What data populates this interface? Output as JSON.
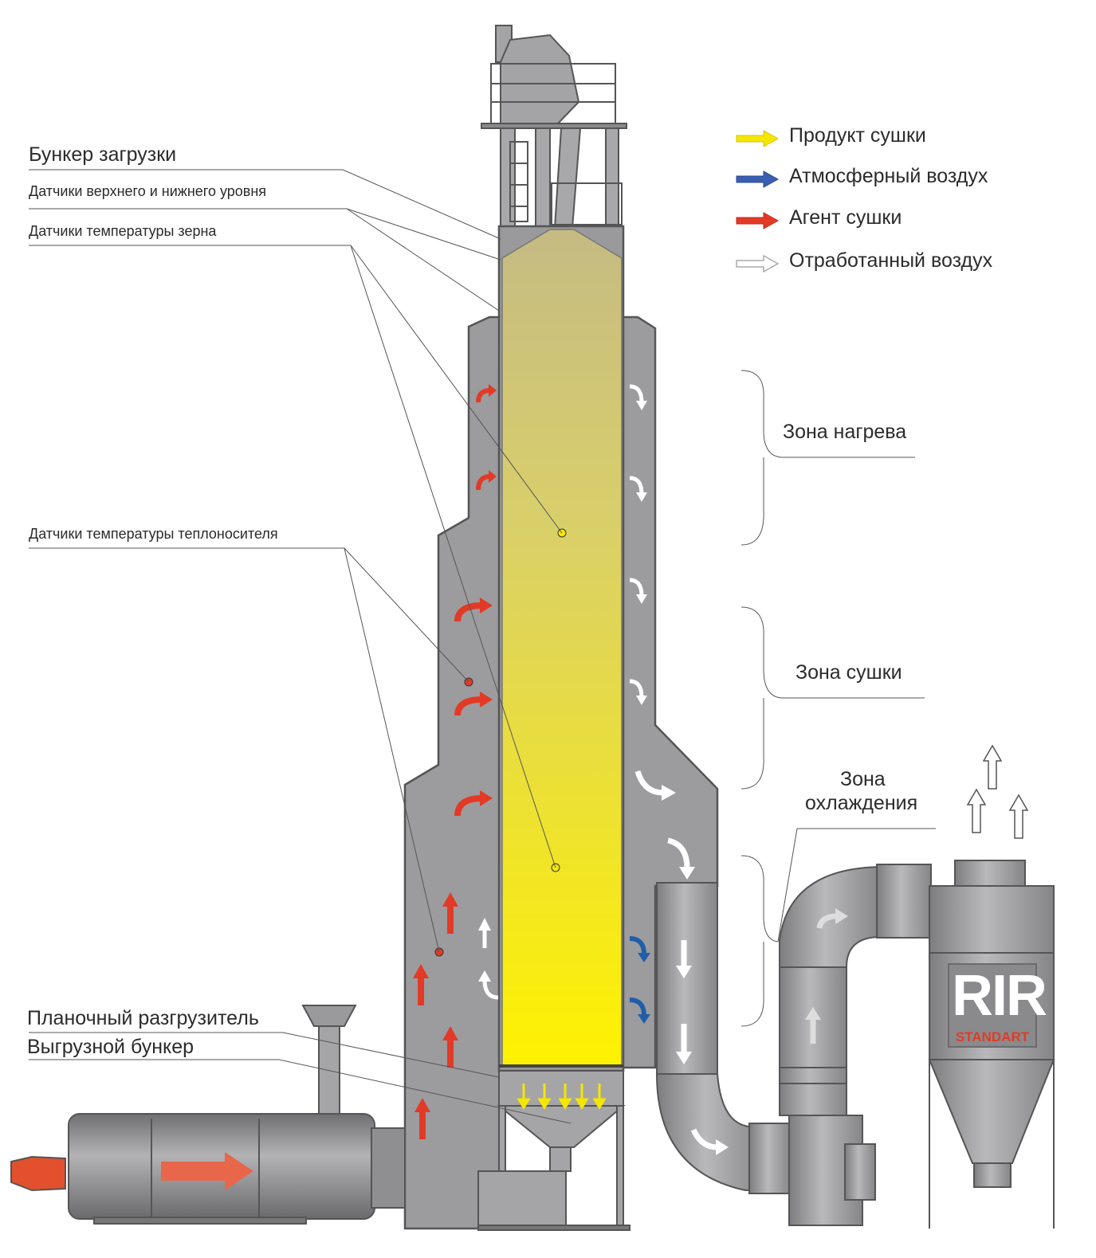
{
  "labels": {
    "loading_hopper": "Бункер загрузки",
    "level_sensors": "Датчики верхнего и нижнего уровня",
    "grain_temp_sensors": "Датчики температуры зерна",
    "heat_carrier_temp_sensors": "Датчики температуры теплоносителя",
    "plank_unloader": "Планочный разгрузитель",
    "unloading_hopper": "Выгрузной бункер"
  },
  "zones": {
    "heating": "Зона нагрева",
    "drying": "Зона сушки",
    "cooling_line1": "Зона",
    "cooling_line2": "охлаждения"
  },
  "legend": [
    {
      "label": "Продукт сушки",
      "color": "#f5e600",
      "icon": "yellow-arrow"
    },
    {
      "label": "Атмосферный воздух",
      "color": "#3a5fb0",
      "icon": "blue-arrow"
    },
    {
      "label": "Агент сушки",
      "color": "#e23a26",
      "icon": "red-arrow"
    },
    {
      "label": "Отработанный воздух",
      "color": "#ffffff",
      "icon": "white-arrow"
    }
  ],
  "logo": {
    "main": "RIR",
    "sub": "STANDART"
  },
  "colors": {
    "steel": "#9a9a9c",
    "steel_dark": "#6e6e70",
    "product_top": "#c9be7c",
    "product_bottom": "#fff200",
    "hot_air": "#e23a26",
    "cold_air": "#1f5fa8",
    "exhaust": "#ffffff",
    "furnace_flow": "#e8664a",
    "burner": "#e2502e"
  }
}
